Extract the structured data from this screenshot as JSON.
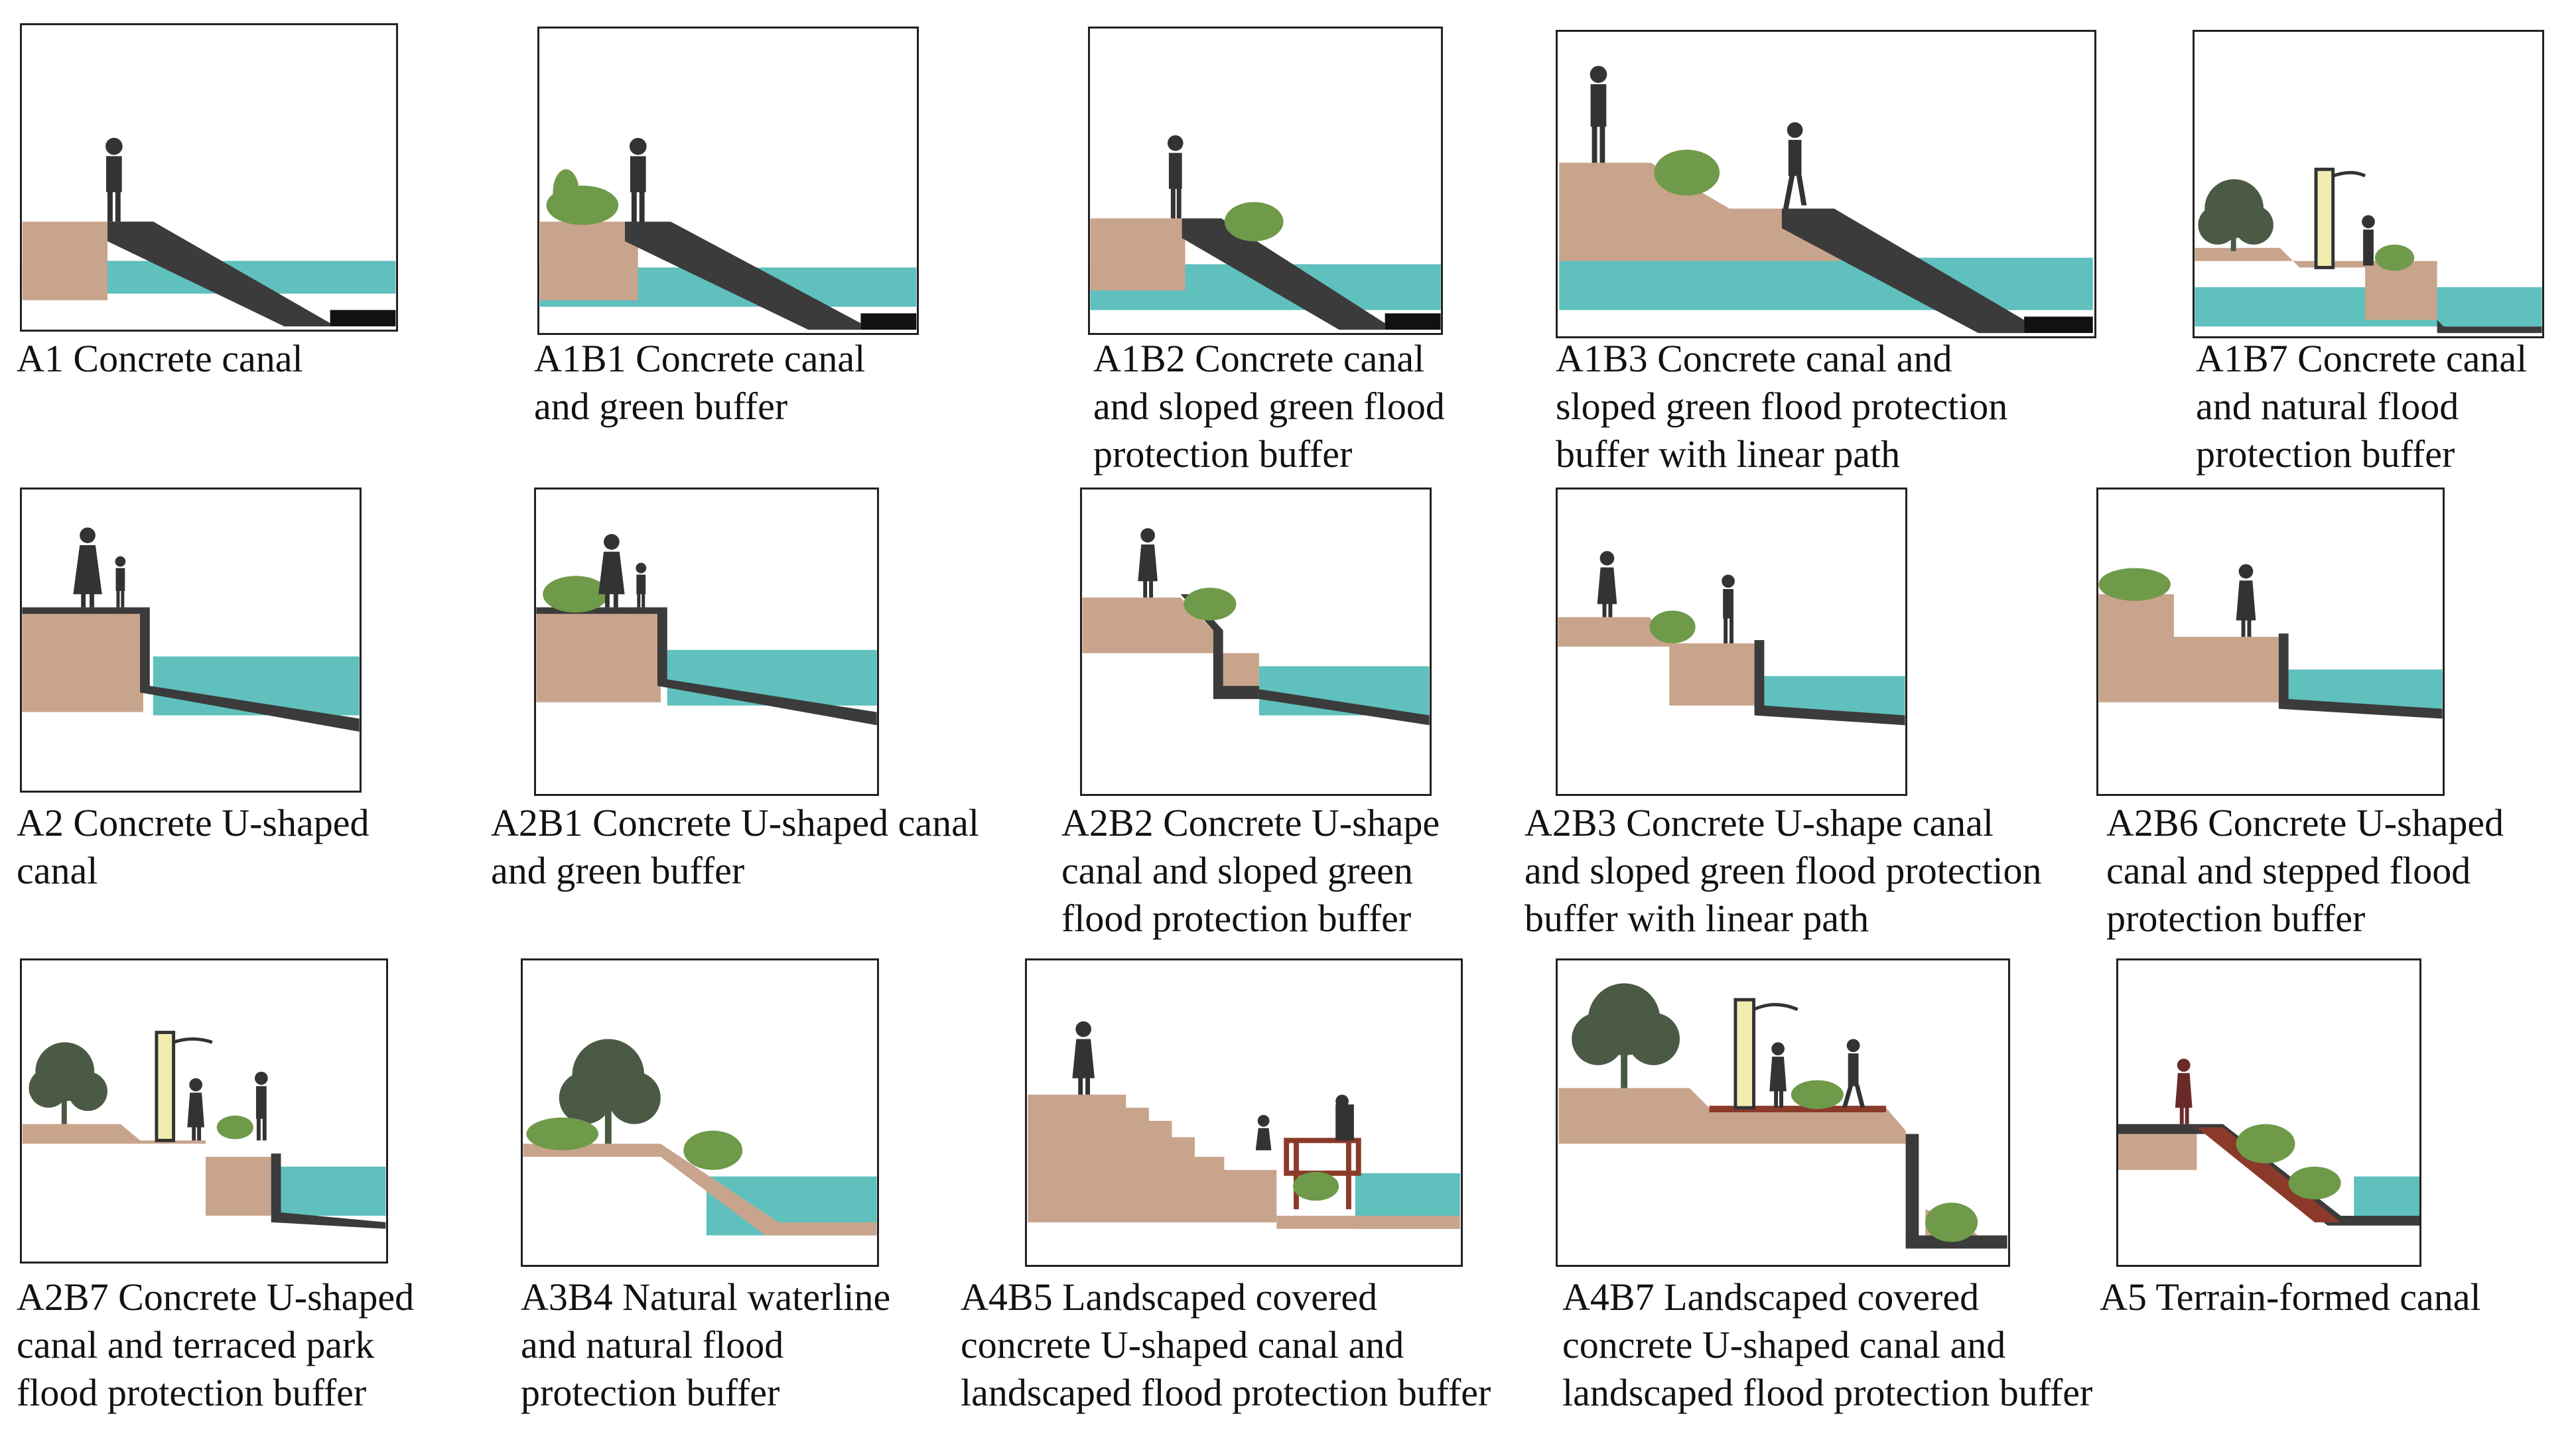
{
  "colors": {
    "soil": "#c9a48c",
    "soil_dark": "#a87f66",
    "concrete": "#3b3b3b",
    "water": "#5fc0bd",
    "water_dark": "#2f9c9c",
    "grass": "#6f9a4a",
    "tree": "#4a5a44",
    "wood": "#8b3a2a",
    "lamp": "#f3ecb0",
    "figure": "#333333",
    "figure_red": "#6b2a2a"
  },
  "panels": [
    {
      "id": "A1",
      "caption": [
        "A1 Concrete canal"
      ]
    },
    {
      "id": "A1B1",
      "caption": [
        "A1B1 Concrete canal",
        "and green buffer"
      ]
    },
    {
      "id": "A1B2",
      "caption": [
        "A1B2 Concrete canal",
        "and sloped green flood",
        "protection buffer"
      ]
    },
    {
      "id": "A1B3",
      "caption": [
        "A1B3 Concrete canal and",
        "sloped green flood protection",
        "buffer with linear path"
      ]
    },
    {
      "id": "A1B7",
      "caption": [
        "A1B7 Concrete canal",
        "and natural flood",
        "protection buffer"
      ]
    },
    {
      "id": "A2",
      "caption": [
        "A2 Concrete U-shaped",
        "canal"
      ]
    },
    {
      "id": "A2B1",
      "caption": [
        "A2B1 Concrete U-shaped canal",
        "and green buffer"
      ]
    },
    {
      "id": "A2B2",
      "caption": [
        "A2B2 Concrete U-shape",
        "canal and sloped green",
        "flood protection buffer"
      ]
    },
    {
      "id": "A2B3",
      "caption": [
        "A2B3 Concrete U-shape canal",
        "and sloped green flood protection",
        "buffer with linear path"
      ]
    },
    {
      "id": "A2B6",
      "caption": [
        "A2B6 Concrete U-shaped",
        "canal  and stepped flood",
        "protection buffer"
      ]
    },
    {
      "id": "A2B7",
      "caption": [
        "A2B7 Concrete U-shaped",
        "canal and terraced park",
        "flood protection buffer"
      ]
    },
    {
      "id": "A3B4",
      "caption": [
        "A3B4 Natural waterline",
        "and natural flood",
        "protection buffer"
      ]
    },
    {
      "id": "A4B5",
      "caption": [
        "A4B5 Landscaped covered",
        "concrete U-shaped canal and",
        "landscaped flood protection buffer"
      ]
    },
    {
      "id": "A4B7",
      "caption": [
        "A4B7 Landscaped covered",
        "concrete U-shaped canal and",
        "landscaped flood protection buffer"
      ]
    },
    {
      "id": "A5",
      "caption": [
        "A5 Terrain-formed canal"
      ]
    }
  ]
}
